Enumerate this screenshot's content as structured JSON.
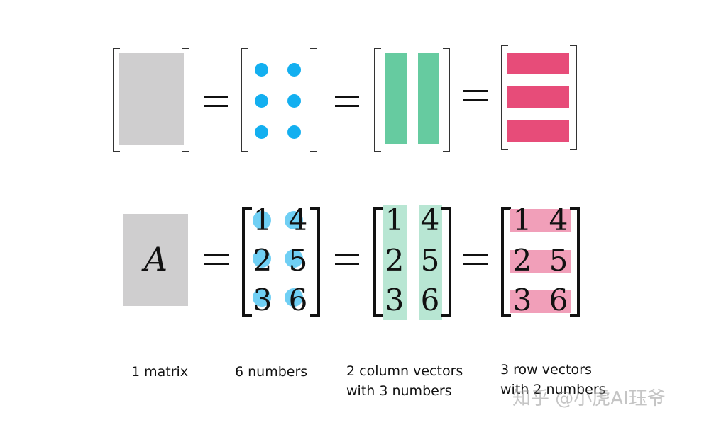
{
  "bottom": {
    "symbol": "A",
    "matrix": [
      [
        1,
        4
      ],
      [
        2,
        5
      ],
      [
        3,
        6
      ]
    ]
  },
  "labels": {
    "matrix": "1 matrix",
    "numbers": "6 numbers",
    "columns_line1": "2 column vectors",
    "columns_line2": "with 3 numbers",
    "rows_line1": "3 row vectors",
    "rows_line2": "with 2 numbers"
  },
  "watermark": "知乎 @小虎AI珏爷",
  "colors": {
    "matrix_gray": "#cfcecf",
    "number_dot": "#13aff0",
    "column_vector": "#66cba0",
    "row_vector": "#e74c79"
  }
}
